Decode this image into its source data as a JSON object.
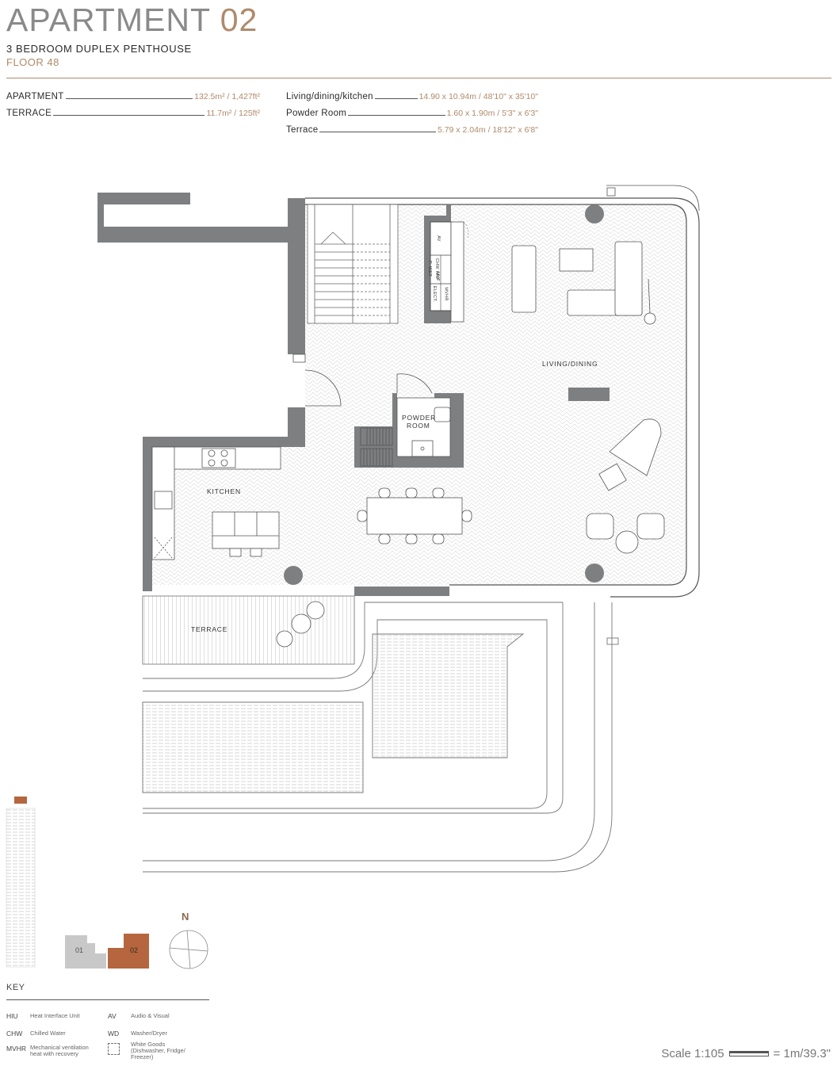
{
  "header": {
    "title_word": "APARTMENT",
    "title_num": "02",
    "subtitle": "3 BEDROOM DUPLEX PENTHOUSE",
    "floor": "FLOOR 48"
  },
  "areas": [
    {
      "label": "APARTMENT",
      "value": "132.5m² / 1,427ft²"
    },
    {
      "label": "TERRACE",
      "value": "11.7m² / 125ft²"
    }
  ],
  "rooms_dims": [
    {
      "label": "Living/dining/kitchen",
      "value": "14.90 x 10.94m / 48'10\" x 35'10\""
    },
    {
      "label": "Powder Room",
      "value": "1.60 x 1.90m / 5'3\" x 6'3\""
    },
    {
      "label": "Terrace",
      "value": "5.79 x 2.04m / 18'12\" x 6'8\""
    }
  ],
  "plan": {
    "living_dining": "LIVING/DINING",
    "powder_room_1": "POWDER",
    "powder_room_2": "ROOM",
    "kitchen": "KITCHEN",
    "terrace": "TERRACE",
    "cupboard_av": "AV",
    "cupboard_chw": "CHW HIU",
    "cupboard_uhf": "UHF",
    "cupboard_pwet": "P. WET",
    "cupboard_mvhr": "MVHR",
    "cupboard_elect": "ELECT."
  },
  "locator": {
    "unit_01": "01",
    "unit_02": "02",
    "accent": "#b5663e"
  },
  "compass": {
    "label": "N"
  },
  "key": {
    "title": "KEY",
    "items": [
      {
        "abbr": "HIU",
        "desc": "Heat Interface Unit"
      },
      {
        "abbr": "AV",
        "desc": "Audio & Visual"
      },
      {
        "abbr": "CHW",
        "desc": "Chilled Water"
      },
      {
        "abbr": "WD",
        "desc": "Washer/Dryer"
      },
      {
        "abbr": "MVHR",
        "desc_1": "Mechanical ventilation",
        "desc_2": "heat with recovery"
      },
      {
        "desc_1": "White Goods",
        "desc_2": "(Dishwasher, Fridge/",
        "desc_3": "Freezer)"
      }
    ]
  },
  "scale": {
    "text": "Scale 1:105",
    "equals": "= 1m/39.3\""
  },
  "colors": {
    "wall": "#7d7f80",
    "accent": "#b08a6a",
    "floor_hatch": "#d9d9d9"
  }
}
